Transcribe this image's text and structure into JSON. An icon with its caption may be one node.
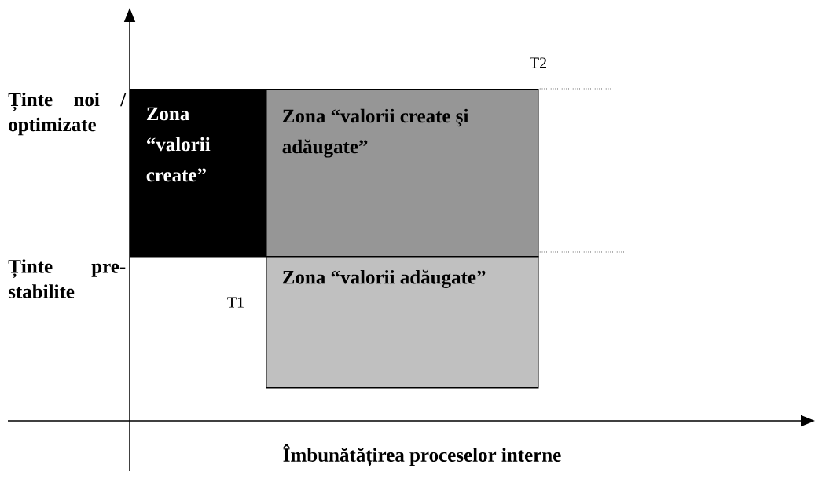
{
  "diagram": {
    "nodes": [
      {
        "text": [
          "Zona “valorii create”"
        ]
      },
      {
        "text": [
          "Zona “valorii create şi adăugate”"
        ]
      },
      {
        "text": [
          "Zona “valorii adăugate”"
        ]
      }
    ],
    "labels": [
      "T2",
      "Ținte noi / optimizate",
      "Ținte pre-stabilite",
      "T1",
      "Îmbunătățirea proceselor interne"
    ]
  }
}
